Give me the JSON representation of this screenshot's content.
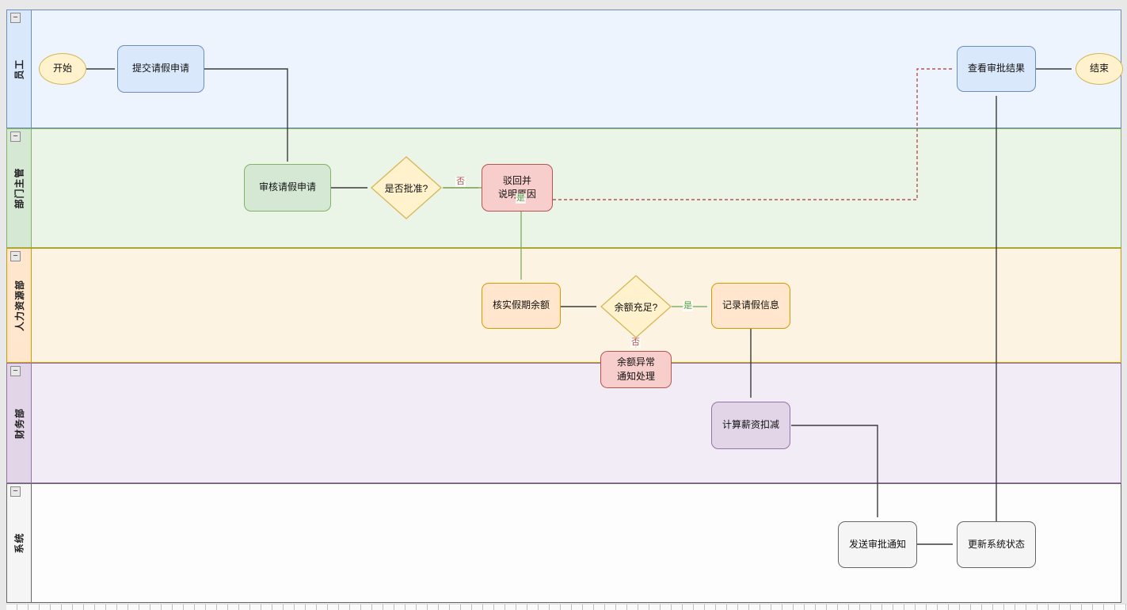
{
  "diagram": {
    "collapse_glyph": "−",
    "lanes": [
      {
        "label": "员工",
        "header_fill": "#dae8fc",
        "body_fill": "#edf4fd",
        "border": "#6c8ebf"
      },
      {
        "label": "部门主管",
        "header_fill": "#d5e8d4",
        "body_fill": "#eaf4e7",
        "border": "#82b366"
      },
      {
        "label": "人力资源部",
        "header_fill": "#ffe6cc",
        "body_fill": "#fdf3e2",
        "border": "#d79b00"
      },
      {
        "label": "财务部",
        "header_fill": "#e1d5e7",
        "body_fill": "#f1ecf5",
        "border": "#9673a6"
      },
      {
        "label": "系统",
        "header_fill": "#f5f5f5",
        "body_fill": "#fdfdfd",
        "border": "#666666"
      }
    ],
    "nodes": {
      "start": {
        "label": "开始"
      },
      "submit": {
        "label": "提交请假申请"
      },
      "review": {
        "label": "审核请假申请"
      },
      "approve_decision": {
        "label": "是否批准?"
      },
      "reject": {
        "label": "驳回并\n说明原因"
      },
      "verify_balance": {
        "label": "核实假期余额"
      },
      "balance_decision": {
        "label": "余额充足?"
      },
      "record": {
        "label": "记录请假信息"
      },
      "balance_error": {
        "label": "余额异常\n通知处理"
      },
      "calc_salary": {
        "label": "计算薪资扣减"
      },
      "send_notice": {
        "label": "发送审批通知"
      },
      "update_status": {
        "label": "更新系统状态"
      },
      "view_result": {
        "label": "查看审批结果"
      },
      "end": {
        "label": "结束"
      }
    },
    "edge_labels": {
      "approve_no": "否",
      "approve_yes": "是",
      "balance_yes": "是",
      "balance_no": "否"
    },
    "palette": {
      "blue": {
        "fill": "#dae8fc",
        "stroke": "#6c8ebf"
      },
      "green": {
        "fill": "#d5e8d4",
        "stroke": "#82b366"
      },
      "orange": {
        "fill": "#ffe6cc",
        "stroke": "#d79b00"
      },
      "yellow": {
        "fill": "#fff2cc",
        "stroke": "#d6b656"
      },
      "red": {
        "fill": "#f8cecc",
        "stroke": "#b85450"
      },
      "purple": {
        "fill": "#e1d5e7",
        "stroke": "#9673a6"
      },
      "gray": {
        "fill": "#f5f5f5",
        "stroke": "#666666"
      },
      "edge_black": "#3b3b3b",
      "edge_green": "#82b366",
      "edge_red": "#b85450"
    }
  }
}
